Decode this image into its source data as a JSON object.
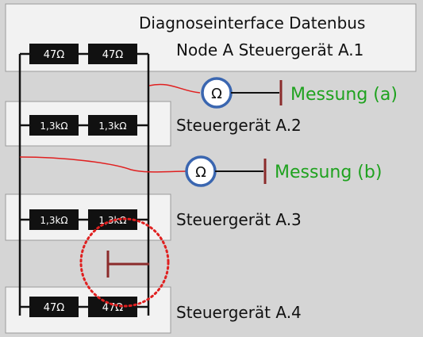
{
  "diagram": {
    "header": {
      "title": "Diagnoseinterface Datenbus",
      "node_label": "Node A Steuergerät A.1"
    },
    "modules": [
      {
        "label": "Steuergerät A.2",
        "resistor_left": "1,3kΩ",
        "resistor_right": "1,3kΩ"
      },
      {
        "label": "Steuergerät A.3",
        "resistor_left": "1,3kΩ",
        "resistor_right": "1,3kΩ"
      },
      {
        "label": "Steuergerät A.4",
        "resistor_left": "47Ω",
        "resistor_right": "47Ω"
      }
    ],
    "top_resistors": {
      "left": "47Ω",
      "right": "47Ω"
    },
    "measurements": [
      {
        "symbol": "Ω",
        "label": "Messung (a)"
      },
      {
        "symbol": "Ω",
        "label": "Messung (b)"
      }
    ],
    "colors": {
      "background": "#d5d5d5",
      "panel": "#f2f2f2",
      "wire": "#111111",
      "resistor": "#111111",
      "probe_lead": "#e02020",
      "meter_ring": "#3a66b0",
      "terminal": "#8b2b2b",
      "measure_text": "#1fa21f",
      "fault_circle": "#e02020"
    }
  }
}
